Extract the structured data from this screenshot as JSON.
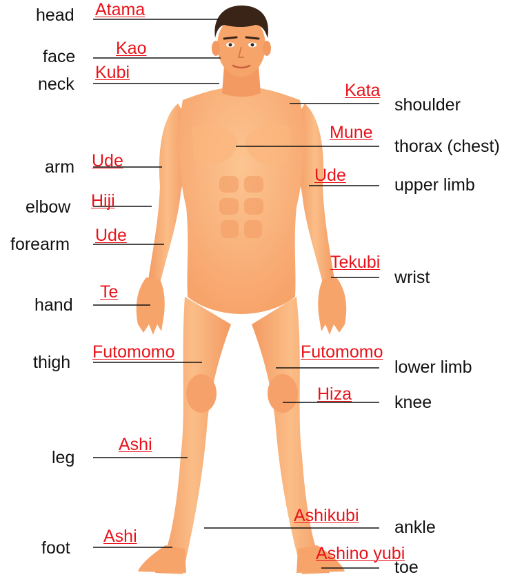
{
  "colors": {
    "skin": "#f7a46b",
    "skin_light": "#fcc592",
    "skin_shadow": "#e88650",
    "hair": "#3a2418",
    "english_text": "#111111",
    "japanese_text": "#e8131b",
    "leader_line": "#111111"
  },
  "labels_left": [
    {
      "key": "head",
      "english": "head",
      "japanese": "Atama"
    },
    {
      "key": "face",
      "english": "face",
      "japanese": "Kao"
    },
    {
      "key": "neck",
      "english": "neck",
      "japanese": "Kubi"
    },
    {
      "key": "arm",
      "english": "arm",
      "japanese": "Ude"
    },
    {
      "key": "elbow",
      "english": "elbow",
      "japanese": "Hiji"
    },
    {
      "key": "forearm",
      "english": "forearm",
      "japanese": "Ude"
    },
    {
      "key": "hand",
      "english": "hand",
      "japanese": "Te"
    },
    {
      "key": "thigh",
      "english": "thigh",
      "japanese": "Futomomo"
    },
    {
      "key": "leg",
      "english": "leg",
      "japanese": "Ashi"
    },
    {
      "key": "foot",
      "english": "foot",
      "japanese": "Ashi"
    }
  ],
  "labels_right": [
    {
      "key": "shoulder",
      "english": "shoulder",
      "japanese": "Kata"
    },
    {
      "key": "thorax",
      "english": "thorax (chest)",
      "japanese": "Mune"
    },
    {
      "key": "upper-limb",
      "english": "upper limb",
      "japanese": "Ude"
    },
    {
      "key": "wrist",
      "english": "wrist",
      "japanese": "Tekubi"
    },
    {
      "key": "lower-limb",
      "english": "lower limb",
      "japanese": "Futomomo"
    },
    {
      "key": "knee",
      "english": "knee",
      "japanese": "Hiza"
    },
    {
      "key": "ankle",
      "english": "ankle",
      "japanese": "Ashikubi"
    },
    {
      "key": "toe",
      "english": "toe",
      "japanese": "Ashino yubi"
    }
  ]
}
